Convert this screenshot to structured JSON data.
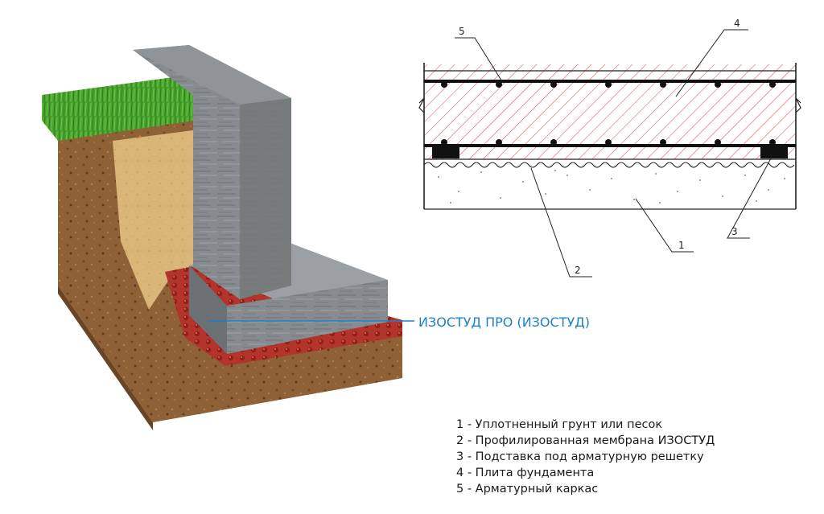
{
  "product_label": "ИЗОСТУД ПРО (ИЗОСТУД)",
  "callouts": [
    "1",
    "2",
    "3",
    "4",
    "5"
  ],
  "legend": [
    "1 - Уплотненный грунт или песок",
    "2 - Профилированная мембрана  ИЗОСТУД",
    "3 - Подставка под арматурную решетку",
    "4 - Плита фундамента",
    "5 - Арматурный каркас"
  ],
  "colors": {
    "accent_blue": "#1f7fc7",
    "membrane_red": "#b8342a",
    "hatch_red": "#e0505a",
    "concrete_gray": "#7d8286",
    "soil_brown": "#8b5e34",
    "grass_green": "#3f9a2a"
  }
}
